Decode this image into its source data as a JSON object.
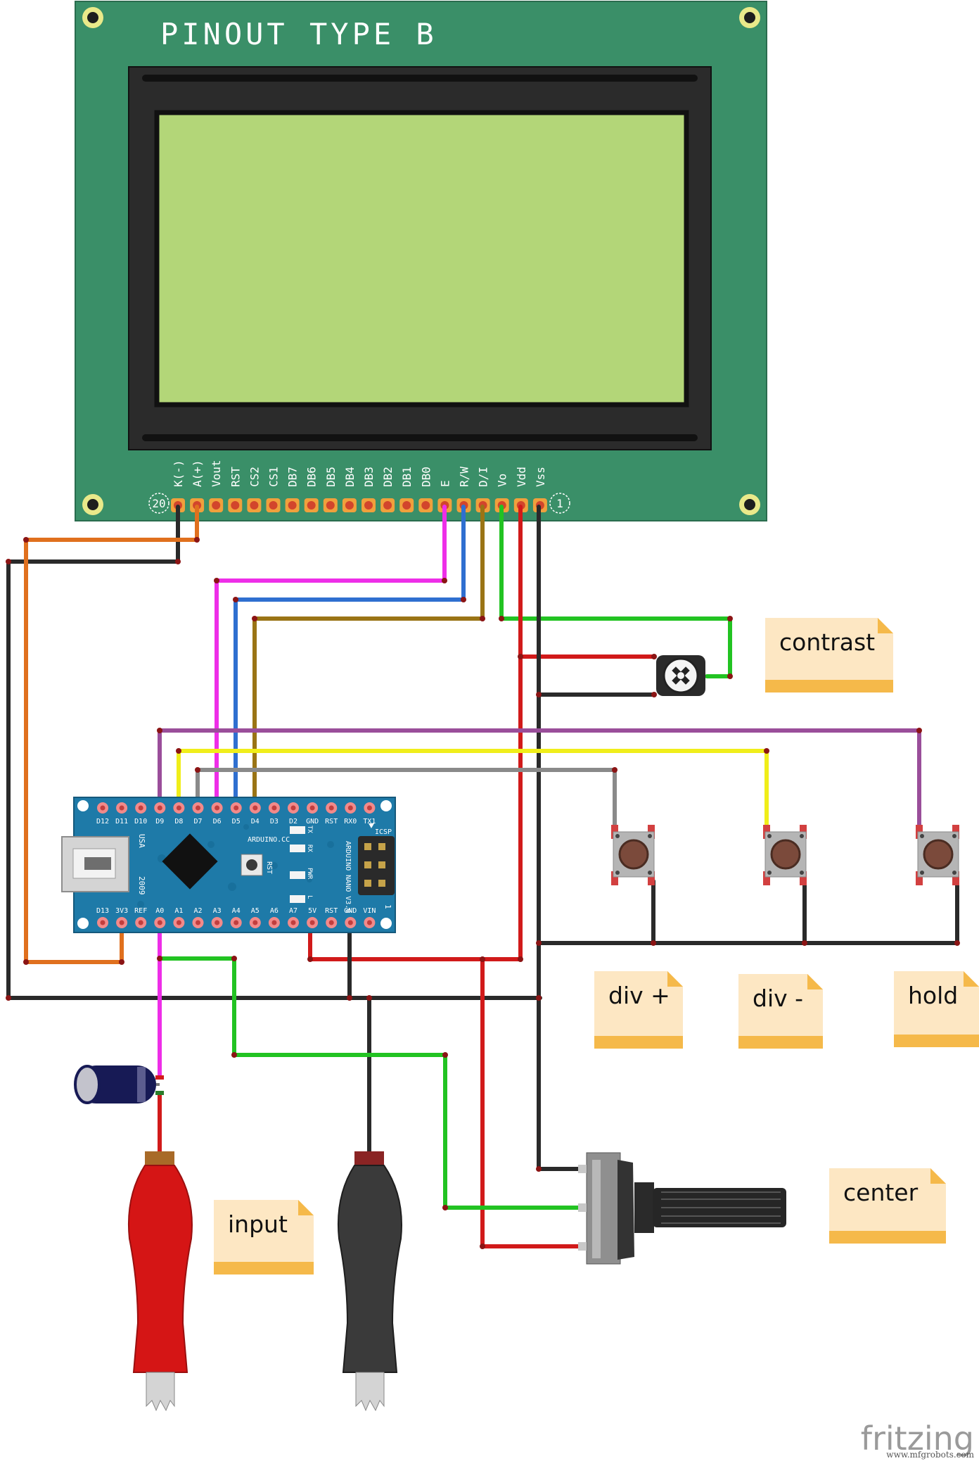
{
  "lcd": {
    "title": "PINOUT TYPE B",
    "pin_first": "20",
    "pin_last": "1",
    "pins": [
      "K(-)",
      "A(+)",
      "Vout",
      "RST",
      "CS2",
      "CS1",
      "DB7",
      "DB6",
      "DB5",
      "DB4",
      "DB3",
      "DB2",
      "DB1",
      "DB0",
      "E",
      "R/W",
      "D/I",
      "Vo",
      "Vdd",
      "Vss"
    ]
  },
  "nano": {
    "top_pins": [
      "D12",
      "D11",
      "D10",
      "D9",
      "D8",
      "D7",
      "D6",
      "D5",
      "D4",
      "D3",
      "D2",
      "GND",
      "RST",
      "RX0",
      "TX1"
    ],
    "bottom_pins": [
      "D13",
      "3V3",
      "REF",
      "A0",
      "A1",
      "A2",
      "A3",
      "A4",
      "A5",
      "A6",
      "A7",
      "5V",
      "RST",
      "GND",
      "VIN"
    ],
    "brand": "ARDUINO.CC",
    "model": "ARDUINO NANO V3.0",
    "icsp": "ICSP",
    "usa": "USA",
    "year": "2009",
    "rst": "RST",
    "led_labels": [
      "TX",
      "RX",
      "PWR",
      "L"
    ],
    "icsp_pin": "1"
  },
  "notes": {
    "contrast": "contrast",
    "div_plus": "div +",
    "div_minus": "div -",
    "hold": "hold",
    "input": "input",
    "center": "center"
  },
  "watermark": {
    "brand": "fritzing",
    "site": "www.mfgrobots.com"
  },
  "colors": {
    "board_green": "#3a8f68",
    "lcd_screen": "#b3d678",
    "nano_blue": "#1e7aa8",
    "wire_red": "#d11a1a",
    "wire_black": "#2a2a2a",
    "wire_orange": "#e0701e",
    "wire_magenta": "#ee2ee8",
    "wire_blue": "#2f6fd0",
    "wire_brown": "#9a7415",
    "wire_green": "#22c322",
    "wire_purple": "#9a4e9a",
    "wire_yellow": "#f0ee1a",
    "wire_gray": "#8a8a8a",
    "note_fill": "#fde7c3",
    "note_band": "#f5b94a"
  }
}
